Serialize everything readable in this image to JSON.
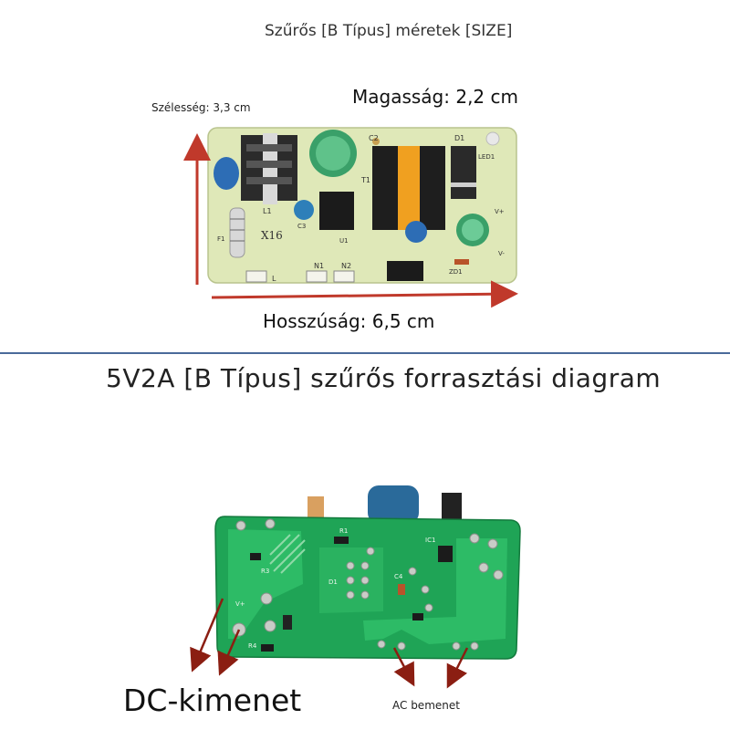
{
  "top_section": {
    "caption": "Szűrős [B Típus] méretek [SIZE]",
    "height_label": "Magasság: 2,2 cm",
    "width_label": "Szélesség: 3,3 cm",
    "length_label": "Hosszúság: 6,5 cm",
    "board_labels": {
      "l1": "L1",
      "c2": "C2",
      "t1": "T1",
      "d1": "D1",
      "led1": "LED1",
      "f1": "F1",
      "x16": "X16",
      "c3": "C3",
      "u1": "U1",
      "vplus": "V+",
      "vminus": "V-",
      "zd1": "ZD1",
      "n1": "N1",
      "n2": "N2",
      "l": "L"
    }
  },
  "bottom_section": {
    "title": "5V2A [B Típus] szűrős forrasztási diagram",
    "dc_label": "DC-kimenet",
    "ac_label": "AC bemenet",
    "board_labels": {
      "r1": "R1",
      "r3": "R3",
      "d1": "D1",
      "c4": "C4",
      "r4": "R4",
      "vplus": "V+",
      "ic": "IC1"
    }
  },
  "colors": {
    "arrow_red": "#c0392b",
    "top_pcb": "#dfe8b8",
    "bottom_pcb": "#1fa456",
    "divider": "#4a6a9a"
  }
}
